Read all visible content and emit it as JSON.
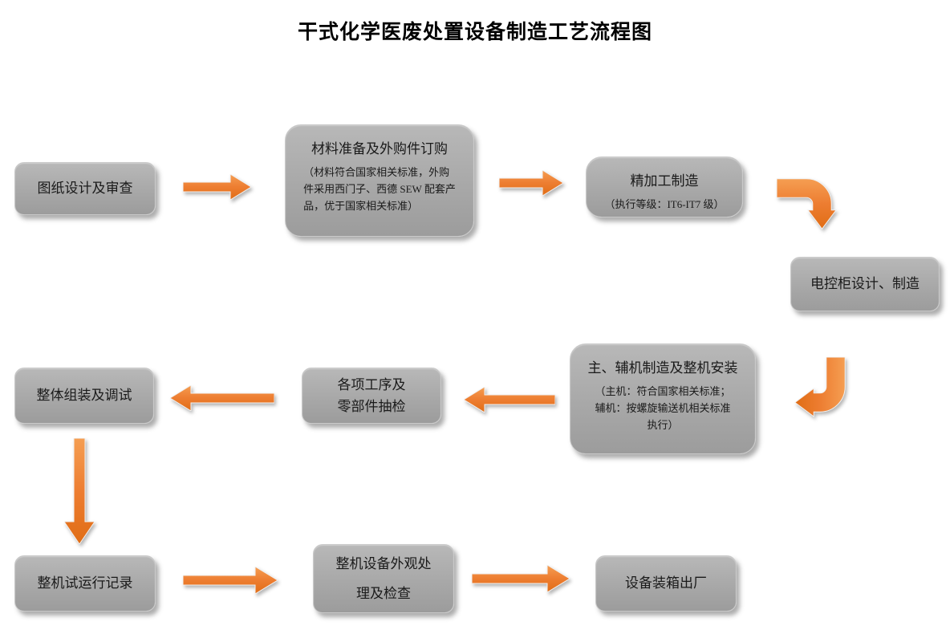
{
  "title": "干式化学医废处置设备制造工艺流程图",
  "colors": {
    "box_fill": "#a8a8a8",
    "box_border": "#c9c9c9",
    "arrow": "#ed7d31",
    "text": "#1a1a1a",
    "background": "#ffffff"
  },
  "nodes": {
    "design": {
      "label": "图纸设计及审查"
    },
    "material": {
      "label": "材料准备及外购件订购",
      "note": "（材料符合国家相关标准，外购\n件采用西门子、西德 SEW 配套产\n品，优于国家相关标准）"
    },
    "machining": {
      "label": "精加工制造",
      "note": "（执行等级：IT6-IT7 级）"
    },
    "cabinet": {
      "label": "电控柜设计、制造"
    },
    "assembly": {
      "label": "主、辅机制造及整机安装",
      "note": "（主机：符合国家相关标准；\n辅机：按螺旋输送机相关标准\n执行）"
    },
    "sampling": {
      "label": "各项工序及\n零部件抽检"
    },
    "debugging": {
      "label": "整体组装及调试"
    },
    "trial_run": {
      "label": "整机试运行记录"
    },
    "appearance": {
      "label": "整机设备外观处\n理及检查"
    },
    "shipment": {
      "label": "设备装箱出厂"
    }
  },
  "edges": [
    {
      "from": "design",
      "to": "material",
      "direction": "right"
    },
    {
      "from": "material",
      "to": "machining",
      "direction": "right"
    },
    {
      "from": "machining",
      "to": "cabinet",
      "direction": "bend-right-down"
    },
    {
      "from": "cabinet",
      "to": "assembly",
      "direction": "bend-down-left"
    },
    {
      "from": "assembly",
      "to": "sampling",
      "direction": "left"
    },
    {
      "from": "sampling",
      "to": "debugging",
      "direction": "left"
    },
    {
      "from": "debugging",
      "to": "trial_run",
      "direction": "down"
    },
    {
      "from": "trial_run",
      "to": "appearance",
      "direction": "right"
    },
    {
      "from": "appearance",
      "to": "shipment",
      "direction": "right"
    }
  ]
}
